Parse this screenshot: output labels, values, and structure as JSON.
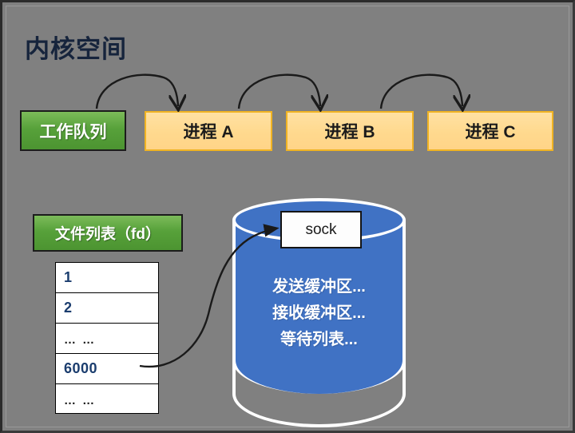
{
  "diagram": {
    "title": "内核空间",
    "background_color": "#808080",
    "workqueue": {
      "label": "工作队列",
      "fill": "#57a13a",
      "text_color": "#ffffff"
    },
    "processes": [
      {
        "label": "进程 A"
      },
      {
        "label": "进程 B"
      },
      {
        "label": "进程 C"
      }
    ],
    "process_fill": "#ffd98e",
    "process_border": "#f0b323",
    "filelist": {
      "header": "文件列表（fd）",
      "rows": [
        {
          "label": "1"
        },
        {
          "label": "2"
        },
        {
          "label": "…  …"
        },
        {
          "label": "6000"
        },
        {
          "label": "…  …"
        }
      ]
    },
    "socket": {
      "name": "sock",
      "fill": "#4072c4",
      "outline": "#ffffff",
      "lines": [
        "发送缓冲区...",
        "接收缓冲区...",
        "等待列表..."
      ]
    },
    "arrows": [
      {
        "name": "workqueue-to-process-a"
      },
      {
        "name": "process-a-to-process-b"
      },
      {
        "name": "process-b-to-process-c"
      },
      {
        "name": "fd-6000-to-sock"
      }
    ]
  }
}
